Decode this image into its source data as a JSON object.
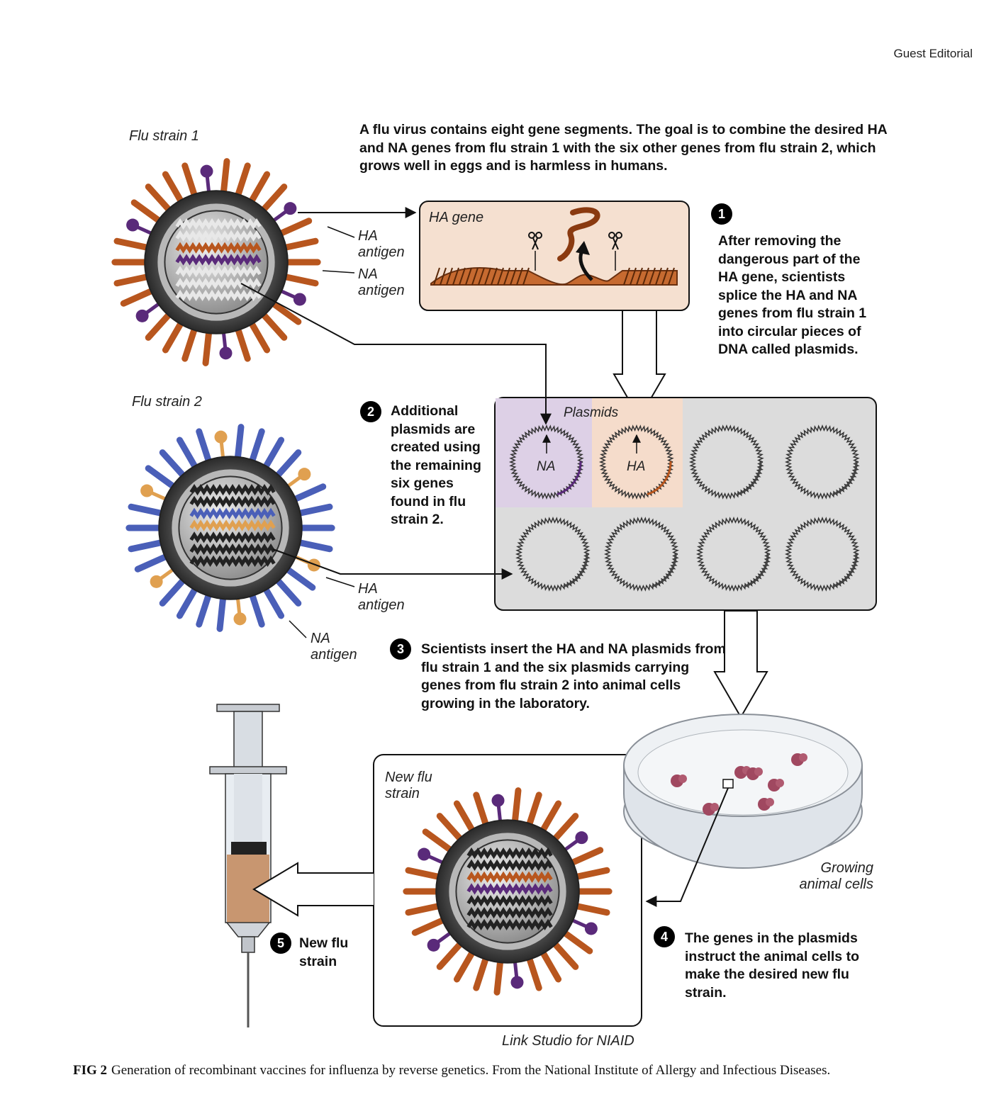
{
  "header": {
    "section_label": "Guest Editorial"
  },
  "strain1": {
    "title": "Flu strain 1",
    "ha_label": "HA\nantigen",
    "na_label": "NA\nantigen"
  },
  "strain2": {
    "title": "Flu strain 2",
    "ha_label": "HA\nantigen",
    "na_label": "NA\nantigen"
  },
  "intro_text": "A flu virus contains eight gene segments.  The goal is to combine the desired HA and NA genes from flu strain 1 with the six other genes from flu strain 2, which grows well in eggs and is harmless in humans.",
  "ha_gene_box": {
    "title": "HA gene"
  },
  "plasmids_box": {
    "title": "Plasmids",
    "na_label": "NA",
    "ha_label": "HA"
  },
  "steps": [
    {
      "number": "1",
      "text": "After removing the dangerous part of the HA gene, scientists splice the HA and NA genes from flu strain 1 into circular pieces of DNA called plasmids."
    },
    {
      "number": "2",
      "text": "Additional plasmids are created using the remaining six genes found in flu strain 2."
    },
    {
      "number": "3",
      "text": "Scientists insert the HA and NA plasmids from flu strain 1 and the six plasmids carrying genes from flu strain 2 into animal cells growing in the laboratory."
    },
    {
      "number": "4",
      "text": "The genes in the plasmids instruct the animal cells to make the desired new flu strain."
    },
    {
      "number": "5",
      "text": "New flu strain"
    }
  ],
  "dish_label": "Growing animal cells",
  "new_strain_box": {
    "title": "New flu strain"
  },
  "credit": "Link Studio for NIAID",
  "caption": {
    "label": "FIG 2",
    "text": "Generation of recombinant vaccines for influenza by reverse genetics. From the National Institute of Allergy and Infectious Diseases."
  },
  "colors": {
    "ha_orange": "#b8561e",
    "na_purple": "#5a2a7a",
    "strain2_blue": "#4a5fb8",
    "strain2_tan": "#e0a050",
    "na_panel": "#ddd0e6",
    "ha_panel": "#f5dccb",
    "plasmid_panel": "#dcdcdc",
    "ha_box": "#f5e0d0"
  }
}
